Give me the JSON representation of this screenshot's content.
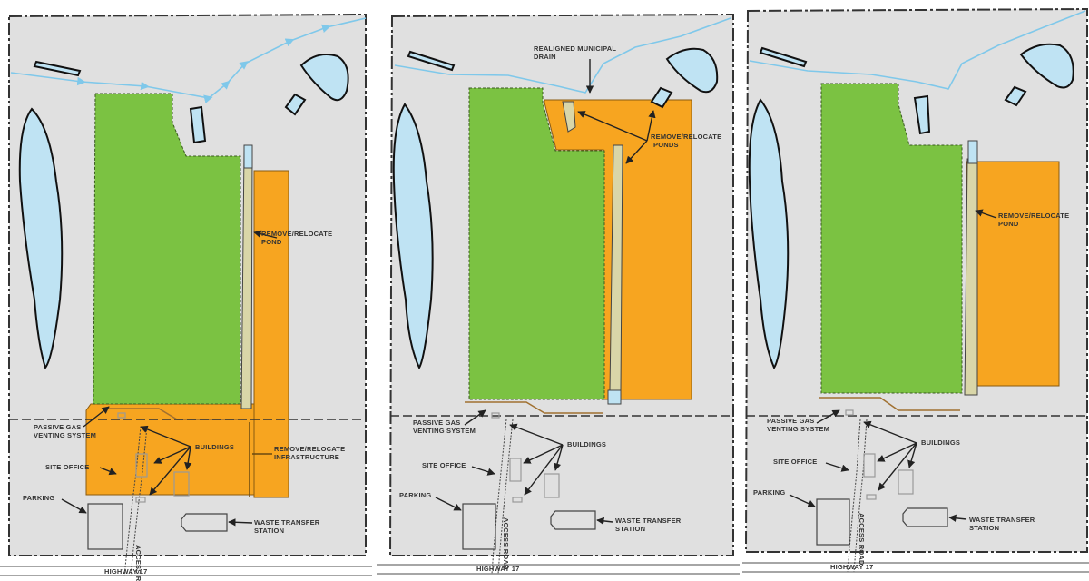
{
  "colors": {
    "landfill_green": "#7bc242",
    "expansion_orange": "#f7a520",
    "water_blue": "#bfe3f3",
    "site_grey": "#e0e0e0"
  },
  "panels": [
    {
      "labels": {
        "pond": [
          "REMOVE/RELOCATE",
          "POND"
        ],
        "infrastructure": [
          "REMOVE/RELOCATE",
          "INFRASTRUCTURE"
        ],
        "gas": [
          "PASSIVE GAS",
          "VENTING SYSTEM"
        ],
        "buildings": "BUILDINGS",
        "site_office": "SITE OFFICE",
        "parking": "PARKING",
        "access_road": "ACCESS ROAD",
        "waste": [
          "WASTE TRANSFER",
          "STATION"
        ],
        "highway": "HIGHWAY 17"
      }
    },
    {
      "labels": {
        "drain": [
          "REALIGNED MUNICIPAL",
          "DRAIN"
        ],
        "ponds": [
          "REMOVE/RELOCATE",
          "PONDS"
        ],
        "gas": [
          "PASSIVE GAS",
          "VENTING SYSTEM"
        ],
        "buildings": "BUILDINGS",
        "site_office": "SITE OFFICE",
        "parking": "PARKING",
        "access_road": "ACCESS ROAD",
        "waste": [
          "WASTE TRANSFER",
          "STATION"
        ],
        "highway": "HIGHWAY 17"
      }
    },
    {
      "labels": {
        "pond": [
          "REMOVE/RELOCATE",
          "POND"
        ],
        "gas": [
          "PASSIVE GAS",
          "VENTING SYSTEM"
        ],
        "buildings": "BUILDINGS",
        "site_office": "SITE OFFICE",
        "parking": "PARKING",
        "access_road": "ACCESS ROAD",
        "waste": [
          "WASTE TRANSFER",
          "STATION"
        ],
        "highway": "HIGHWAY 17"
      }
    }
  ]
}
